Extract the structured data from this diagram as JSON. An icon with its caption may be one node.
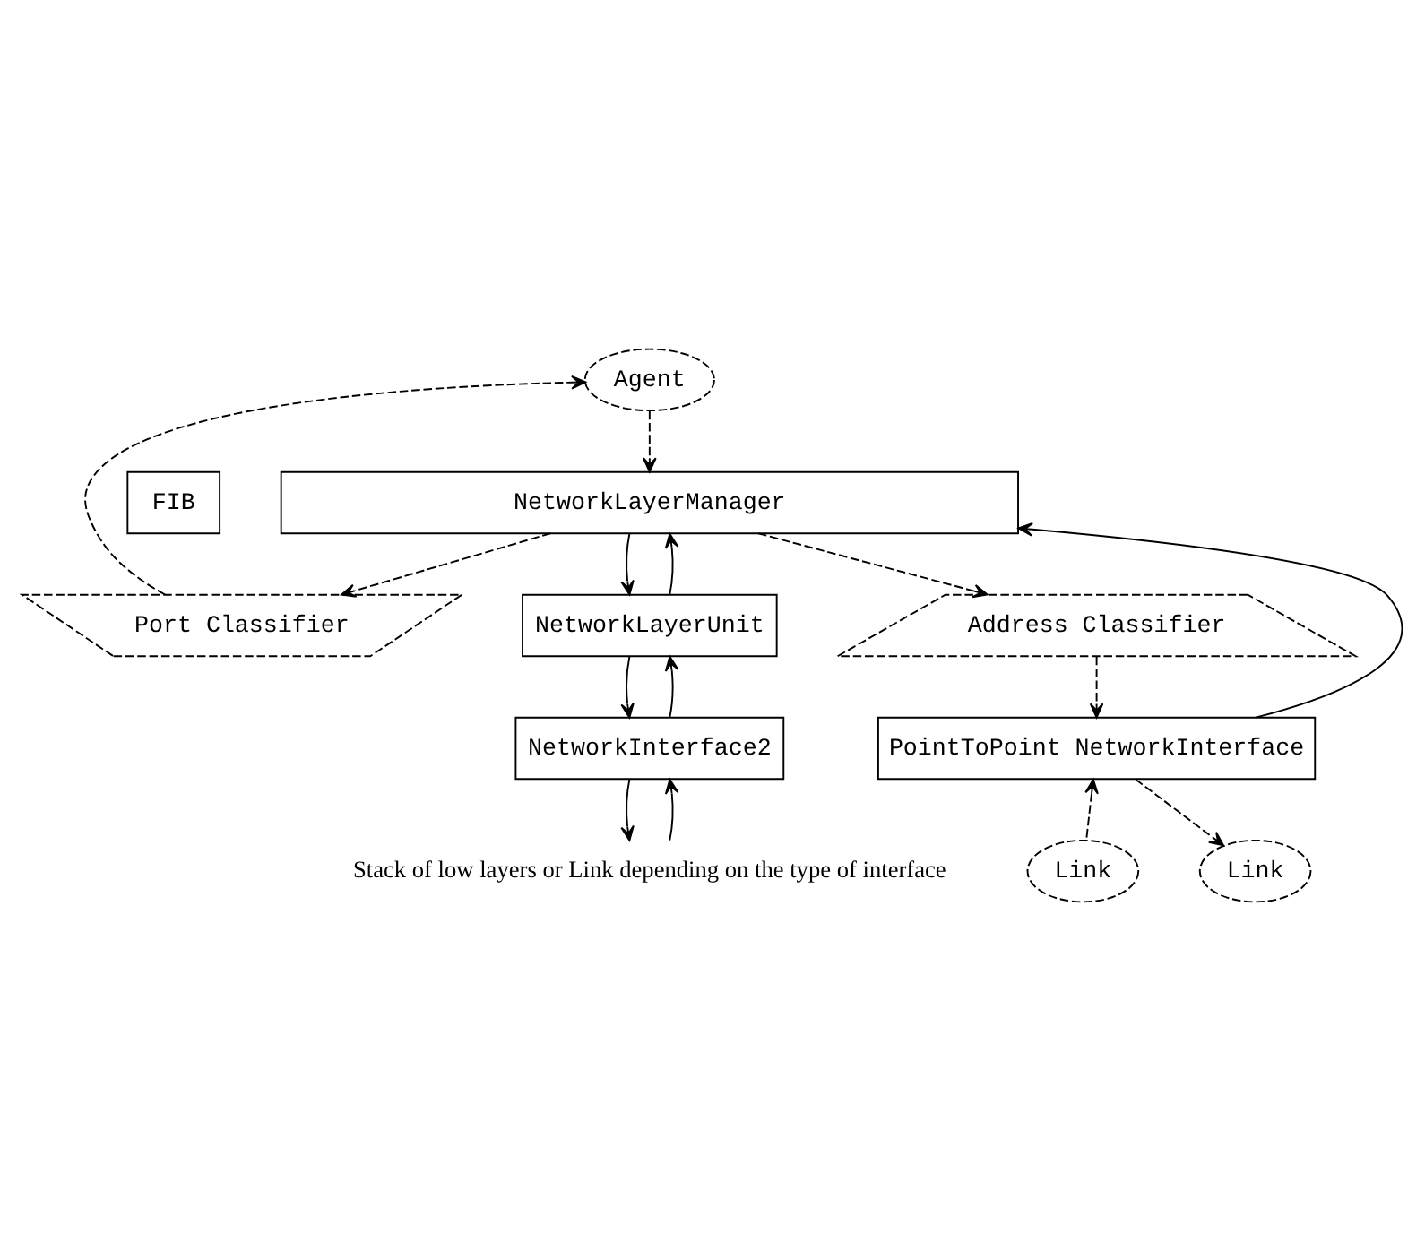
{
  "diagram": {
    "nodes": [
      {
        "text": [
          "Agent"
        ]
      },
      {
        "text": [
          "Port Classifier"
        ]
      },
      {
        "text": [
          "NetworkLayerManager"
        ]
      },
      {
        "text": [
          "FIB"
        ]
      },
      {
        "text": [
          "NetworkLayerUnit"
        ]
      },
      {
        "text": [
          "NetworkInterface2"
        ]
      },
      {
        "text": [
          "Address Classifier"
        ]
      },
      {
        "text": [
          "PointToPoint NetworkInterface"
        ]
      },
      {
        "text": [
          "Link"
        ]
      },
      {
        "text": [
          "Link"
        ]
      },
      {
        "text": [
          "Stack of low layers or Link depending on the type of interface"
        ]
      }
    ],
    "edges": [
      {
        "from": 0,
        "to": 2,
        "arrow": "to",
        "style": "dashed"
      },
      {
        "from": 1,
        "to": 0,
        "arrow": "to",
        "style": "dashed"
      },
      {
        "from": 2,
        "to": 1,
        "arrow": "to",
        "style": "dashed"
      },
      {
        "from": 2,
        "to": 4,
        "arrow": "to"
      },
      {
        "from": 4,
        "to": 2,
        "arrow": "to"
      },
      {
        "from": 4,
        "to": 5,
        "arrow": "to"
      },
      {
        "from": 5,
        "to": 4,
        "arrow": "to"
      },
      {
        "from": 10,
        "to": 5,
        "arrow": "to"
      },
      {
        "from": 5,
        "to": 10,
        "arrow": "to"
      },
      {
        "from": 2,
        "to": 6,
        "arrow": "to",
        "style": "dashed"
      },
      {
        "from": 6,
        "to": 7,
        "arrow": "to",
        "style": "dashed"
      },
      {
        "from": 7,
        "to": 2,
        "arrow": "to"
      },
      {
        "from": 8,
        "to": 7,
        "arrow": "to",
        "style": "dashed"
      },
      {
        "from": 7,
        "to": 9,
        "arrow": "to",
        "style": "dashed"
      }
    ]
  }
}
